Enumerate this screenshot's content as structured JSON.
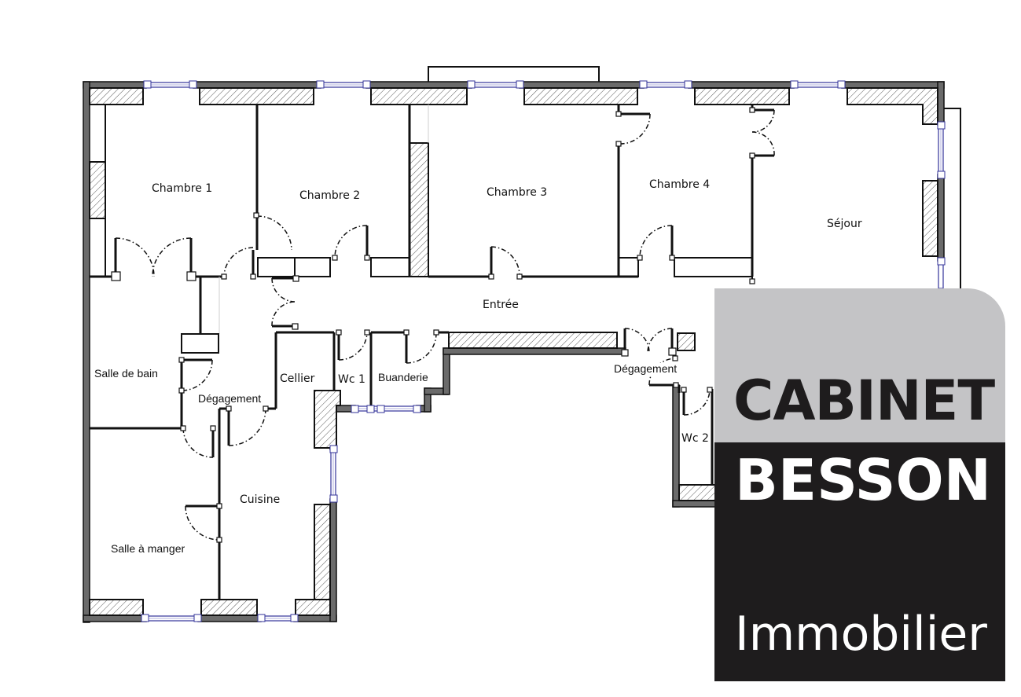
{
  "plan": {
    "rooms": {
      "chambre1": "Chambre 1",
      "chambre2": "Chambre 2",
      "chambre3": "Chambre 3",
      "chambre4": "Chambre 4",
      "sejour": "Séjour",
      "entree": "Entrée",
      "salle_de_bain": "Salle de bain",
      "degagement": "Dégagement",
      "cellier": "Cellier",
      "wc1": "Wc 1",
      "buanderie": "Buanderie",
      "degagement2": "Dégagement",
      "wc2": "Wc 2",
      "cuisine": "Cuisine",
      "salle_a_manger": "Salle à manger"
    },
    "colors": {
      "wall_fill": "#6b6b6b",
      "window": "#333399",
      "line": "#111111"
    }
  },
  "logo": {
    "line1": "CABINET",
    "line2": "BESSON",
    "line3": "Immobilier",
    "colors": {
      "top": "#c4c4c6",
      "bottom": "#1e1c1d",
      "text_dark": "#1e1c1d",
      "text_light": "#ffffff"
    }
  }
}
